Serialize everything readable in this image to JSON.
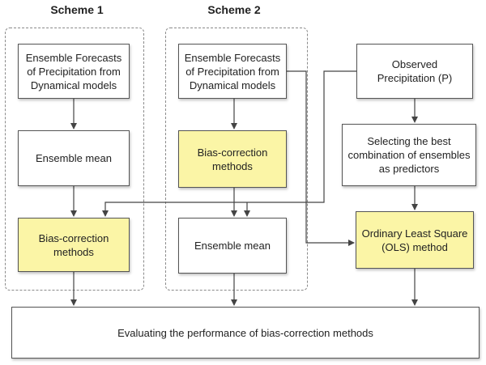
{
  "headings": {
    "scheme1": "Scheme 1",
    "scheme2": "Scheme 2"
  },
  "boxes": {
    "s1_ensemble_forecasts": "Ensemble Forecasts\nof Precipitation from\nDynamical models",
    "s1_ensemble_mean": "Ensemble mean",
    "s1_bias_correction": "Bias-correction\nmethods",
    "s2_ensemble_forecasts": "Ensemble Forecasts\nof Precipitation from\nDynamical models",
    "s2_bias_correction": "Bias-correction\nmethods",
    "s2_ensemble_mean": "Ensemble mean",
    "observed_precipitation": "Observed\nPrecipitation (P)",
    "selecting_best": "Selecting the best\ncombination of ensembles\nas predictors",
    "ols_method": "Ordinary Least Square\n(OLS) method",
    "evaluating": "Evaluating the performance of bias-correction methods"
  },
  "colors": {
    "highlight": "#fbf5a6",
    "border": "#555555",
    "arrow": "#444444"
  }
}
